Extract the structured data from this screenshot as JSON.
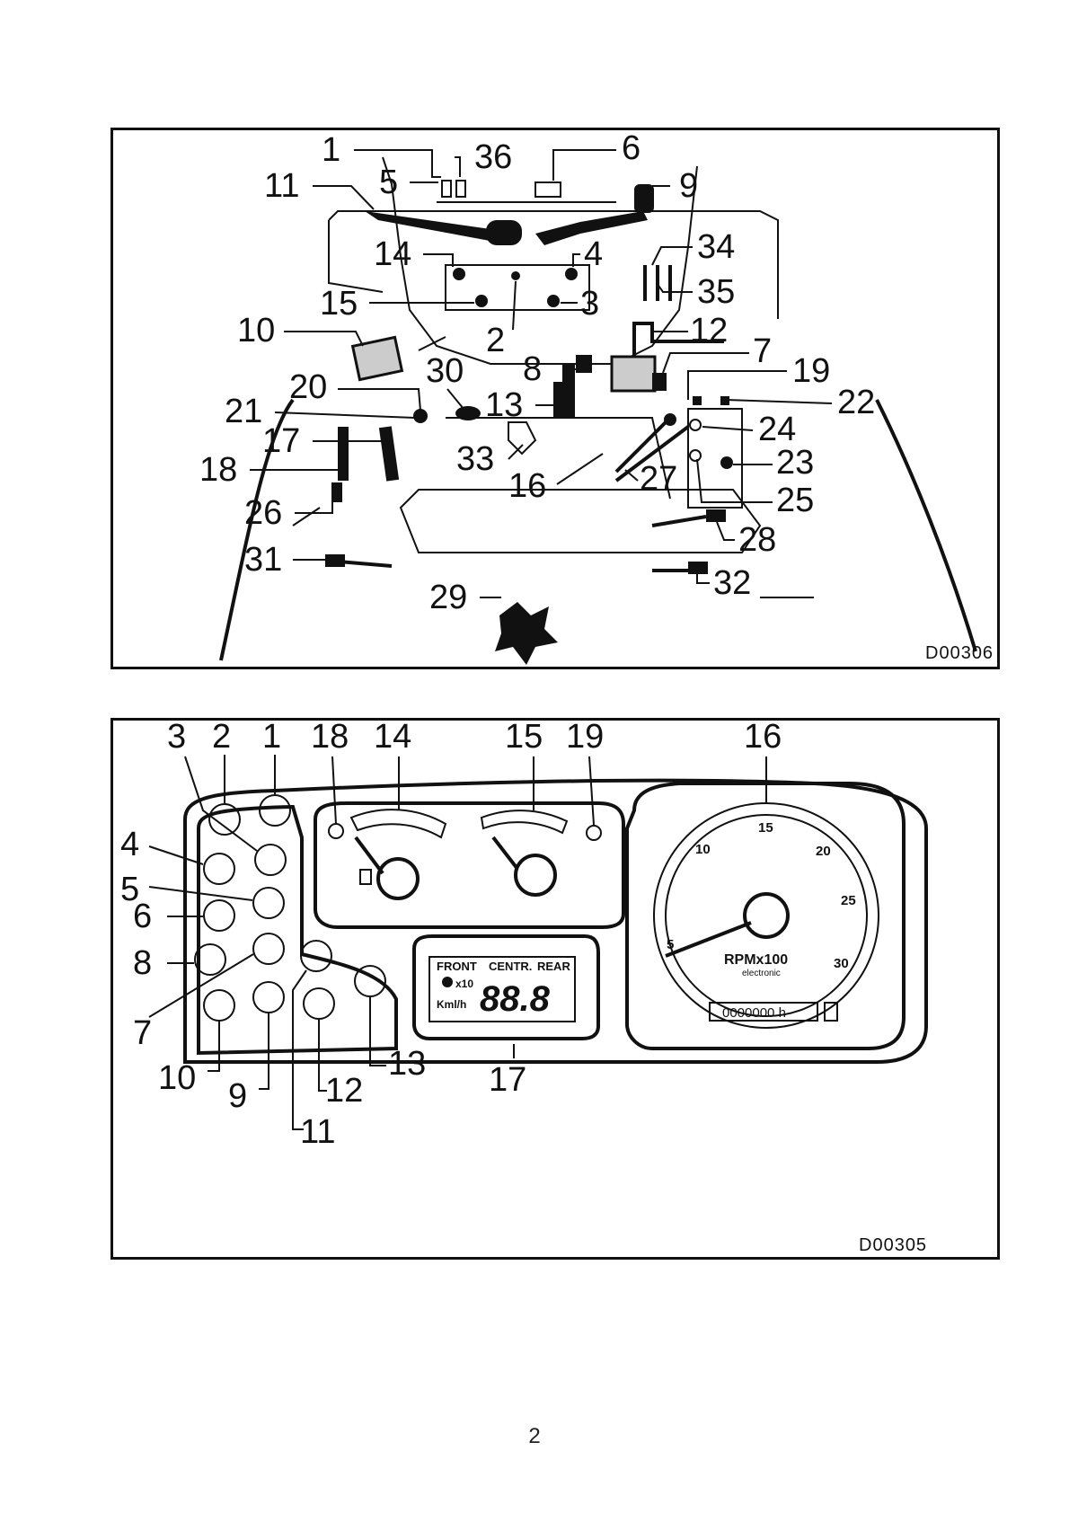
{
  "top_figure": {
    "code": "D00306",
    "labels": [
      "1",
      "36",
      "6",
      "11",
      "5",
      "9",
      "14",
      "4",
      "34",
      "15",
      "3",
      "35",
      "10",
      "2",
      "12",
      "7",
      "8",
      "30",
      "19",
      "20",
      "13",
      "22",
      "21",
      "24",
      "17",
      "33",
      "23",
      "18",
      "16",
      "27",
      "25",
      "26",
      "28",
      "31",
      "32",
      "29"
    ]
  },
  "bottom_figure": {
    "code": "D00305",
    "labels": [
      "3",
      "2",
      "1",
      "18",
      "14",
      "15",
      "19",
      "16",
      "4",
      "5",
      "6",
      "8",
      "7",
      "10",
      "9",
      "12",
      "11",
      "13",
      "17"
    ],
    "display": {
      "front": "FRONT",
      "centr": "CENTR.",
      "rear": "REAR",
      "x10": "x10",
      "kmh": "Kml/h",
      "digits": "88.8"
    },
    "tachometer": {
      "ticks": [
        "5",
        "10",
        "15",
        "20",
        "25",
        "30"
      ],
      "unit": "RPMx100",
      "sub": "electronic",
      "hours": "0000000 h"
    }
  },
  "page_number": "2"
}
